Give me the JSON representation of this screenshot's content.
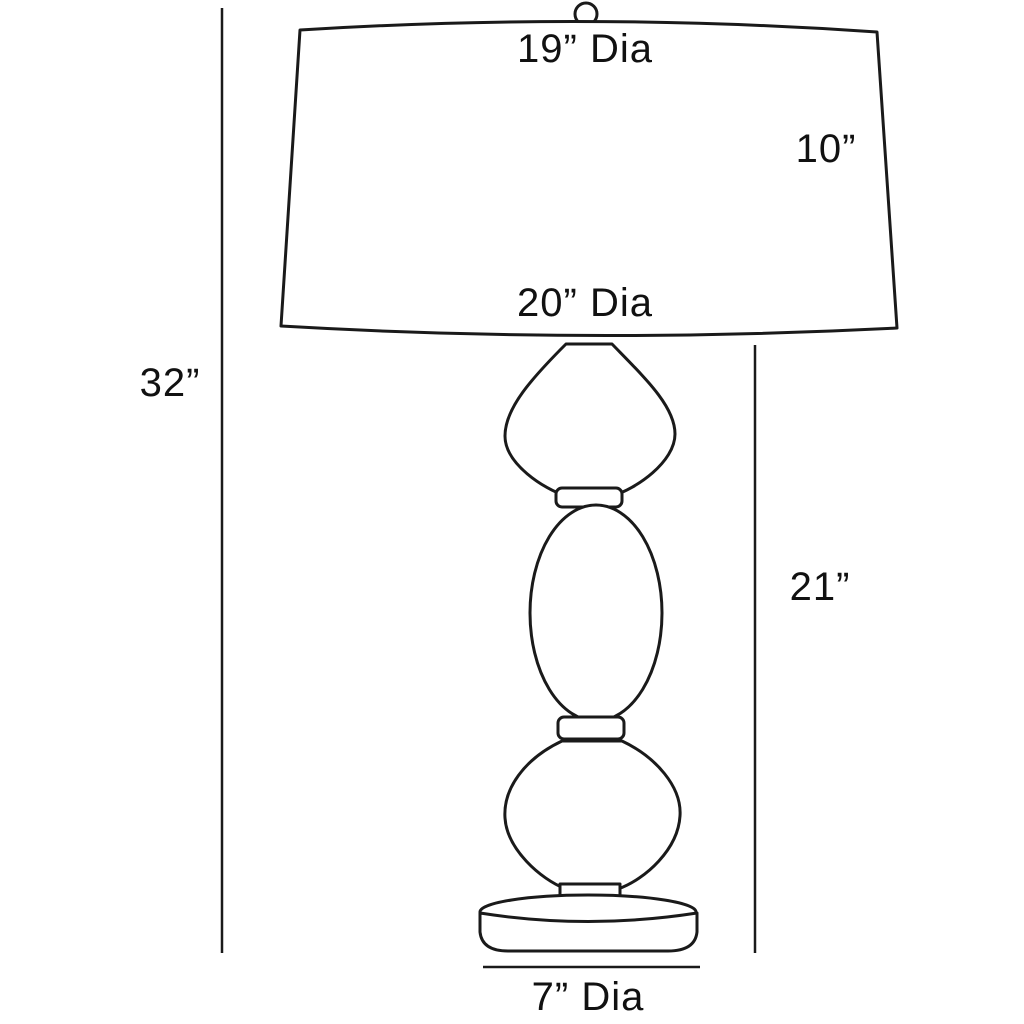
{
  "diagram": {
    "line_color": "#1a1a1a",
    "background_color": "#ffffff",
    "labels": {
      "overall_height": "32”",
      "shade_top_diameter": "19” Dia",
      "shade_height": "10”",
      "shade_bottom_diameter": "20” Dia",
      "body_height": "21”",
      "base_diameter": "7” Dia"
    }
  }
}
